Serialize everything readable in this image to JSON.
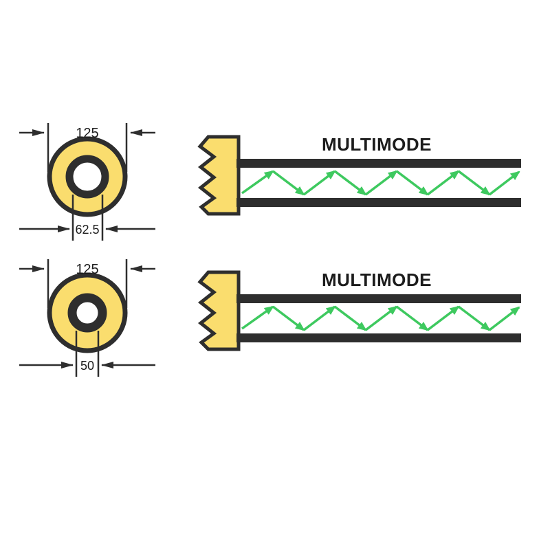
{
  "title": "Multimode optical fiber diagram",
  "colors": {
    "background": "#ffffff",
    "yellow": "#fadd6e",
    "dark": "#2e2e2e",
    "green": "#3ec95f",
    "text": "#1c1c1c"
  },
  "rows": [
    {
      "label": "MULTIMODE",
      "cladding_diameter": "125",
      "core_diameter": "62.5"
    },
    {
      "label": "MULTIMODE",
      "cladding_diameter": "125",
      "core_diameter": "50"
    }
  ]
}
